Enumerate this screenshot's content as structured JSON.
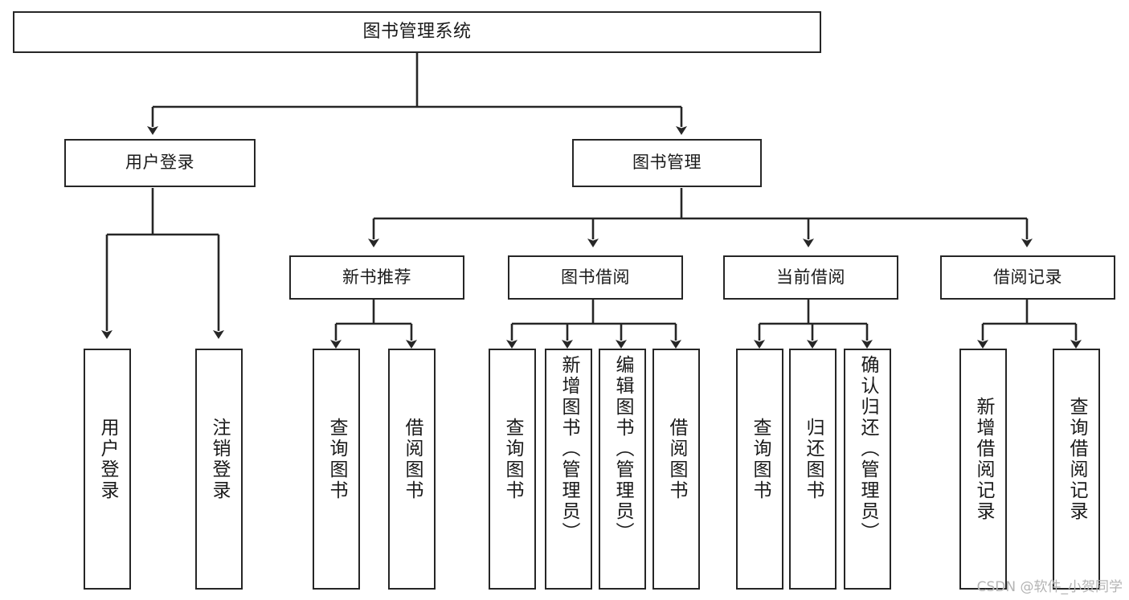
{
  "diagram": {
    "type": "tree-hierarchy-chart",
    "title": "图书管理系统",
    "stroke_color": "#262626",
    "background_color": "#ffffff",
    "nodes": {
      "root": {
        "label": "图书管理系统"
      },
      "level2": [
        {
          "id": "user-login",
          "label": "用户登录"
        },
        {
          "id": "book-manage",
          "label": "图书管理"
        }
      ],
      "level3": [
        {
          "id": "new-book-recommend",
          "label": "新书推荐"
        },
        {
          "id": "book-borrow",
          "label": "图书借阅"
        },
        {
          "id": "current-borrow",
          "label": "当前借阅"
        },
        {
          "id": "borrow-record",
          "label": "借阅记录"
        }
      ],
      "leaves": [
        {
          "id": "leaf-user-login",
          "label": "用户登录"
        },
        {
          "id": "leaf-logout",
          "label": "注销登录"
        },
        {
          "id": "leaf-query-book-1",
          "label": "查询图书"
        },
        {
          "id": "leaf-borrow-book-1",
          "label": "借阅图书"
        },
        {
          "id": "leaf-query-book-2",
          "label": "查询图书"
        },
        {
          "id": "leaf-add-book",
          "label": "新增图书（管理员）"
        },
        {
          "id": "leaf-edit-book",
          "label": "编辑图书（管理员）"
        },
        {
          "id": "leaf-borrow-book-2",
          "label": "借阅图书"
        },
        {
          "id": "leaf-query-book-3",
          "label": "查询图书"
        },
        {
          "id": "leaf-return-book",
          "label": "归还图书"
        },
        {
          "id": "leaf-confirm-return",
          "label": "确认归还（管理员）"
        },
        {
          "id": "leaf-add-record",
          "label": "新增借阅记录"
        },
        {
          "id": "leaf-query-record",
          "label": "查询借阅记录"
        }
      ]
    }
  },
  "watermark": {
    "text": "CSDN @软件_小贺同学"
  }
}
